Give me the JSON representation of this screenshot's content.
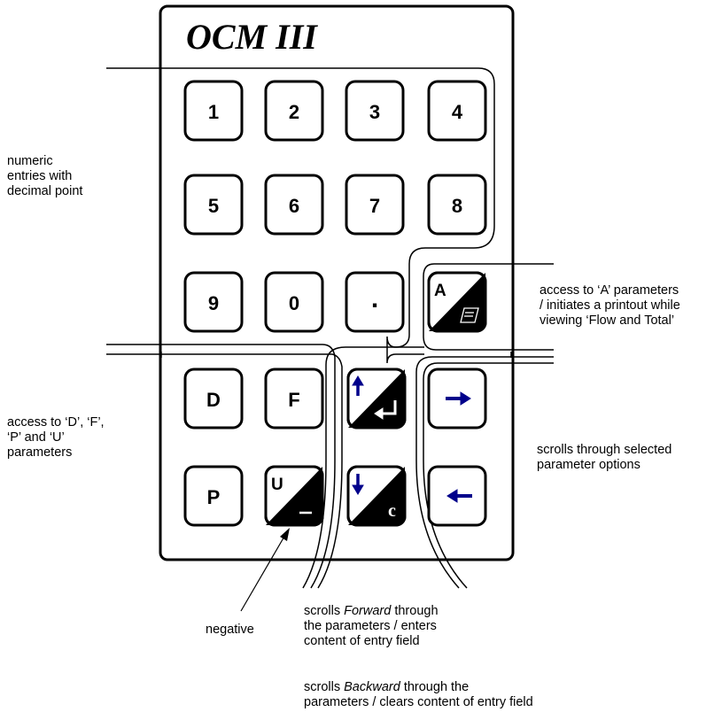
{
  "device_title": "OCM III",
  "keys": {
    "k1": "1",
    "k2": "2",
    "k3": "3",
    "k4": "4",
    "k5": "5",
    "k6": "6",
    "k7": "7",
    "k8": "8",
    "k9": "9",
    "k0": "0",
    "kdot": ".",
    "kA": "A",
    "kD": "D",
    "kF": "F",
    "kP": "P",
    "kU": "U",
    "kC": "c"
  },
  "annotations": {
    "numeric": [
      "numeric",
      "entries with",
      "decimal point"
    ],
    "access_a": [
      "access to ‘A’ parameters",
      "/ initiates a printout while",
      "viewing ‘Flow and Total’"
    ],
    "access_dfpu": [
      "access to ‘D’, ‘F’,",
      "‘P’ and ‘U’",
      "parameters"
    ],
    "scroll_options": [
      "scrolls through selected",
      "parameter options"
    ],
    "negative": "negative",
    "forward": {
      "pre": "scrolls ",
      "em": "Forward",
      "post": " through",
      "line2": "the parameters / enters",
      "line3": "content of entry field"
    },
    "backward": {
      "pre": "scrolls ",
      "em": "Backward",
      "post": " through the",
      "line2": "parameters / clears content of entry field"
    }
  },
  "colors": {
    "ink": "#000000",
    "arrow": "#00008b",
    "background": "#ffffff"
  }
}
